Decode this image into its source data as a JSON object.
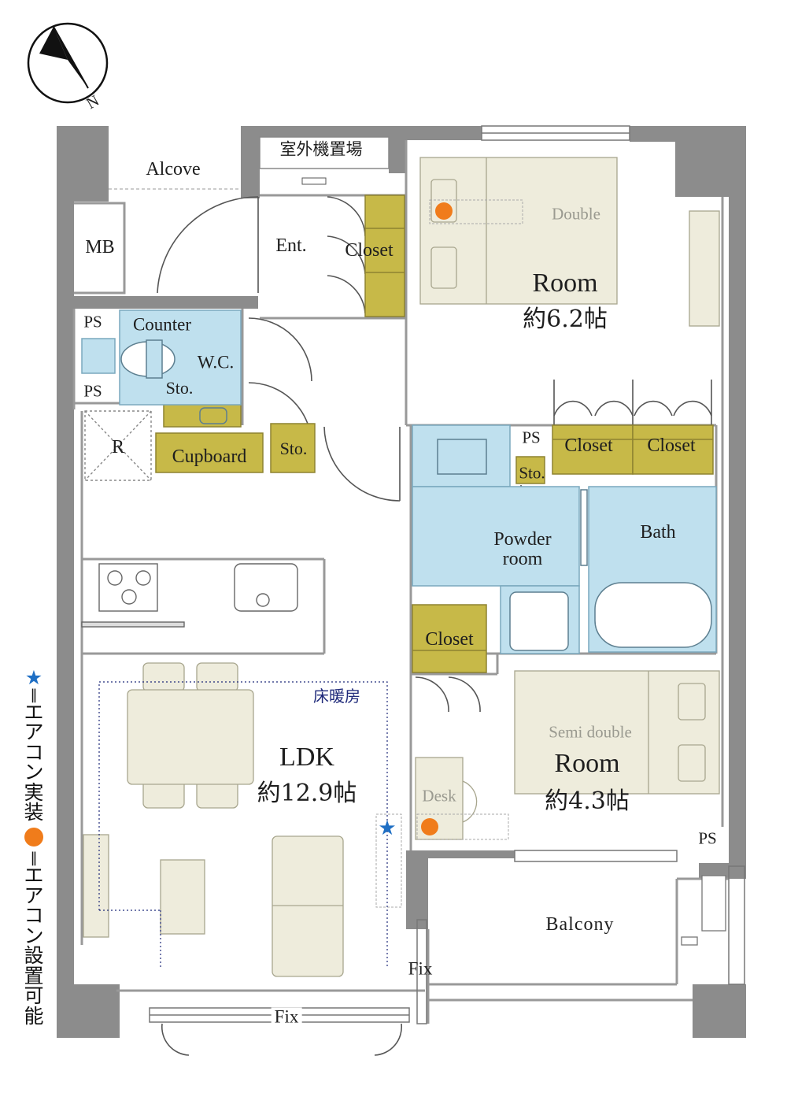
{
  "compass": {
    "label": "N"
  },
  "rooms": {
    "alcove": "Alcove",
    "outdoor_unit_space": "室外機置場",
    "mb": "MB",
    "entrance": "Ent.",
    "closet_entrance": "Closet",
    "ps_top": "PS",
    "counter": "Counter",
    "wc": "W.C.",
    "ps_mid": "PS",
    "storage_wc": "Sto.",
    "r": "R",
    "cupboard": "Cupboard",
    "storage_hall": "Sto.",
    "ps_center": "PS",
    "storage_center": "Sto.",
    "closet_a": "Closet",
    "closet_b": "Closet",
    "powder_room": "Powder\nroom",
    "bath": "Bath",
    "closet_mid": "Closet",
    "floor_heating": "床暖房",
    "ldk_name": "LDK",
    "ldk_size": "約12.9帖",
    "room1_name": "Room",
    "room1_size": "約6.2帖",
    "bed_double": "Double",
    "room2_name": "Room",
    "room2_size": "約4.3帖",
    "bed_semi_double": "Semi double",
    "desk": "Desk",
    "ps_bottom": "PS",
    "balcony": "Balcony",
    "fix_right": "Fix",
    "fix_bottom": "Fix"
  },
  "legend": {
    "star_symbol": "★",
    "star_text": "=エアコン実装",
    "dot_text": "=エアコン設置可能"
  },
  "colors": {
    "wall": "#8c8c8c",
    "storage": "#c7b948",
    "wet_area": "#bfe0ee",
    "furniture": "#eeecdc",
    "aircon_installed": "#1f6fc4",
    "aircon_possible": "#f07c1b",
    "floor_heating_line": "#1f2a7a"
  }
}
